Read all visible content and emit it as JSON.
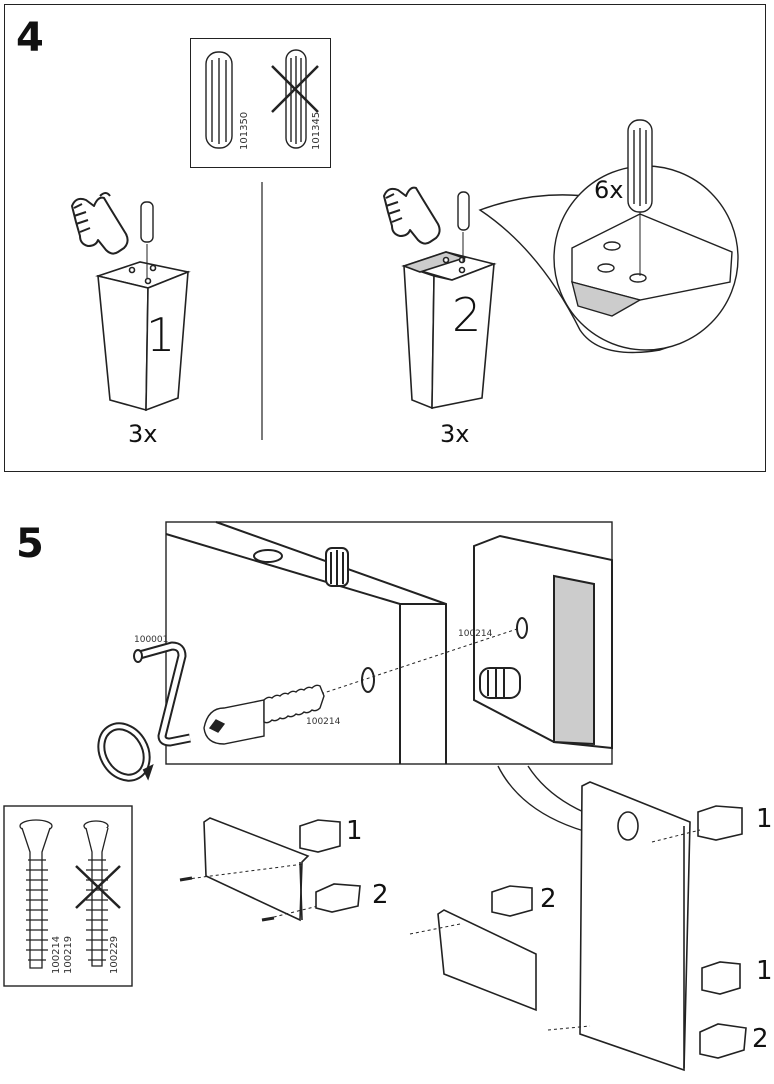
{
  "step4": {
    "number": "4",
    "dowel_ok_code": "101350",
    "dowel_bad_code": "101345",
    "leg1_number": "1",
    "leg2_number": "2",
    "leg1_qty": "3x",
    "leg2_qty": "3x",
    "zoom_qty": "6x"
  },
  "step5": {
    "number": "5",
    "crank_code": "100001",
    "hole_code": "100214",
    "screw_code": "100214",
    "screw_ok_codes": [
      "100214",
      "100219"
    ],
    "screw_bad_code": "100229",
    "labels": [
      "1",
      "2",
      "2",
      "1",
      "1",
      "2"
    ]
  }
}
